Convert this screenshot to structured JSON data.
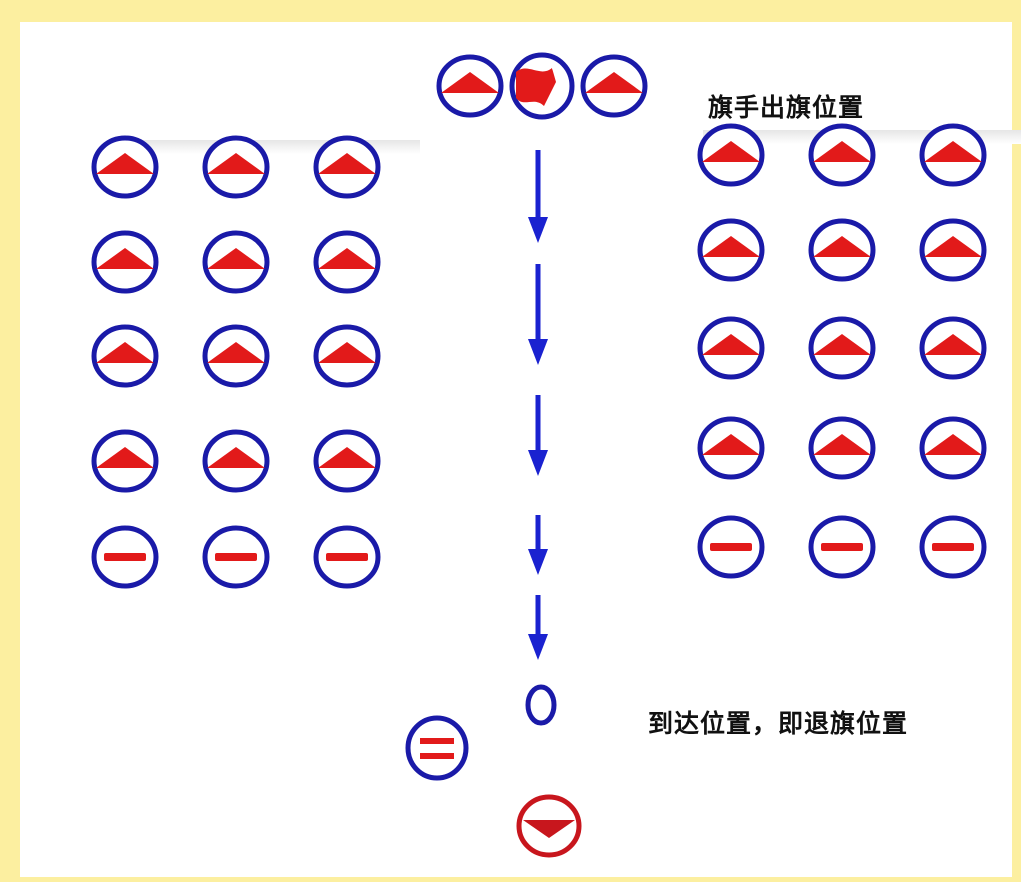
{
  "labels": {
    "flag_out": "旗手出旗位置",
    "arrive": "到达位置，即退旗位置"
  },
  "colors": {
    "background": "#fcefa0",
    "panel": "#ffffff",
    "circle": "#1a1aa8",
    "flag": "#e21a1a",
    "arrow": "#1a22d0",
    "bottom_circle": "#c8161d"
  },
  "formation": {
    "left_block": {
      "columns": 3,
      "flag_rows": 4,
      "dash_rows": 1
    },
    "right_block": {
      "columns": 3,
      "flag_rows": 4,
      "dash_rows": 1
    },
    "top_row": [
      "flag-triangle",
      "waving-flag",
      "flag-triangle"
    ],
    "arrow_count": 5,
    "end_marker": "empty-circle",
    "side_marker": "double-dash",
    "bottom_marker": "down-triangle"
  }
}
